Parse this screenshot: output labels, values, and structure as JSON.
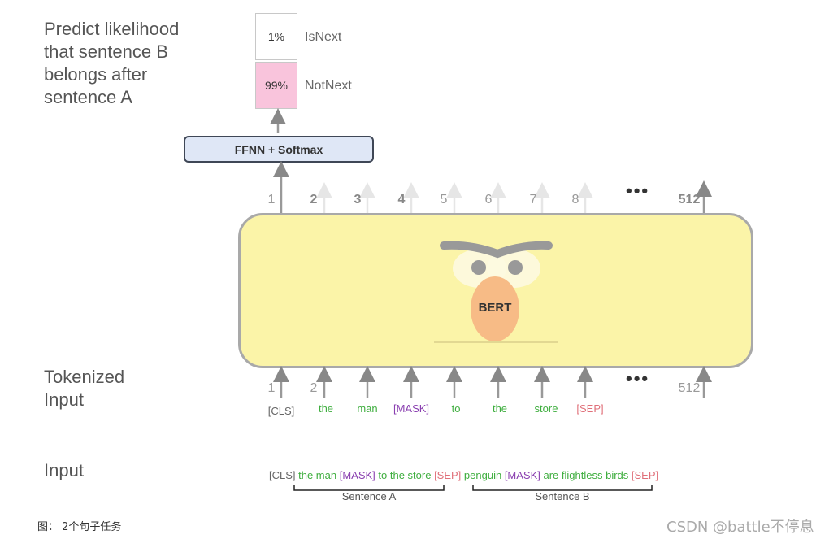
{
  "predict_label": "Predict likelihood\nthat sentence B\nbelongs after\nsentence A",
  "output": {
    "isnext_prob": "1%",
    "isnext_label": "IsNext",
    "notnext_prob": "99%",
    "notnext_label": "NotNext"
  },
  "ffnn_label": "FFNN + Softmax",
  "bert_label": "BERT",
  "top_positions": [
    "1",
    "2",
    "3",
    "4",
    "5",
    "6",
    "7",
    "8"
  ],
  "top_last_position": "512",
  "bottom_positions": [
    "1",
    "2"
  ],
  "bottom_last_position": "512",
  "ellipsis": "•••",
  "tokenized_input_label": "Tokenized\nInput",
  "tokens": [
    "[CLS]",
    "the",
    "man",
    "[MASK]",
    "to",
    "the",
    "store",
    "[SEP]"
  ],
  "input_label": "Input",
  "input_sequence": {
    "cls": "[CLS]",
    "a_part1": " the man ",
    "mask1": "[MASK]",
    "a_part2": " to the store ",
    "sep1": "[SEP]",
    "b_part1": " penguin ",
    "mask2": "[MASK]",
    "b_part2": " are flightless birds ",
    "sep2": "[SEP]"
  },
  "sentence_a_label": "Sentence A",
  "sentence_b_label": "Sentence B",
  "caption": "图： 2个句子任务",
  "watermark": "CSDN @battle不停息",
  "colors": {
    "ffnn_fill": "#dfe7f6",
    "bert_fill": "#fbf4a8",
    "notnext_fill": "#f9c4dc",
    "nose_fill": "#f7bb86",
    "token_green": "#3fae3f",
    "token_purple": "#8a3fb0",
    "token_pink": "#e0707a"
  }
}
